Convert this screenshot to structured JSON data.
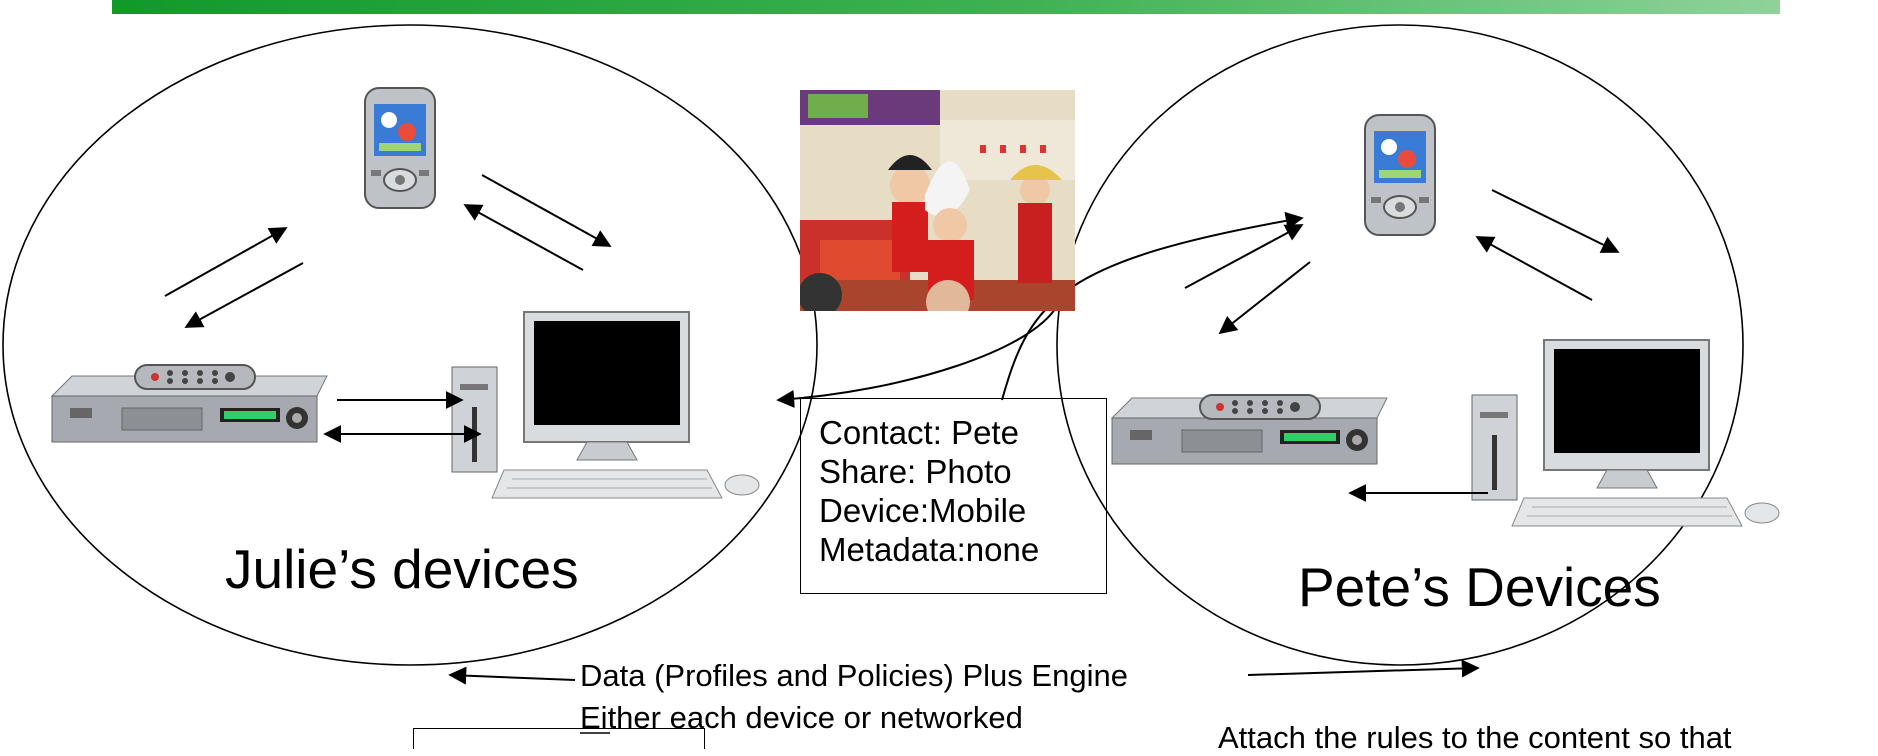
{
  "groups": {
    "julie_label": "Julie’s devices",
    "pete_label": "Pete’s Devices"
  },
  "info_box": {
    "lines": [
      "Contact: Pete",
      "Share: Photo",
      "Device:Mobile",
      "Metadata:none"
    ]
  },
  "bottom_text": {
    "data_line": "Data (Profiles and Policies) Plus Engine",
    "either_line": "Either each device or networked",
    "attach_line": "Attach the rules to the content so that"
  },
  "icons": [
    "mobile-phone-icon",
    "set-top-box-icon",
    "remote-control-icon",
    "desktop-computer-icon",
    "photo-image"
  ],
  "colors": {
    "top_bar_start": "#109a2a",
    "top_bar_end": "#8fd29a"
  }
}
